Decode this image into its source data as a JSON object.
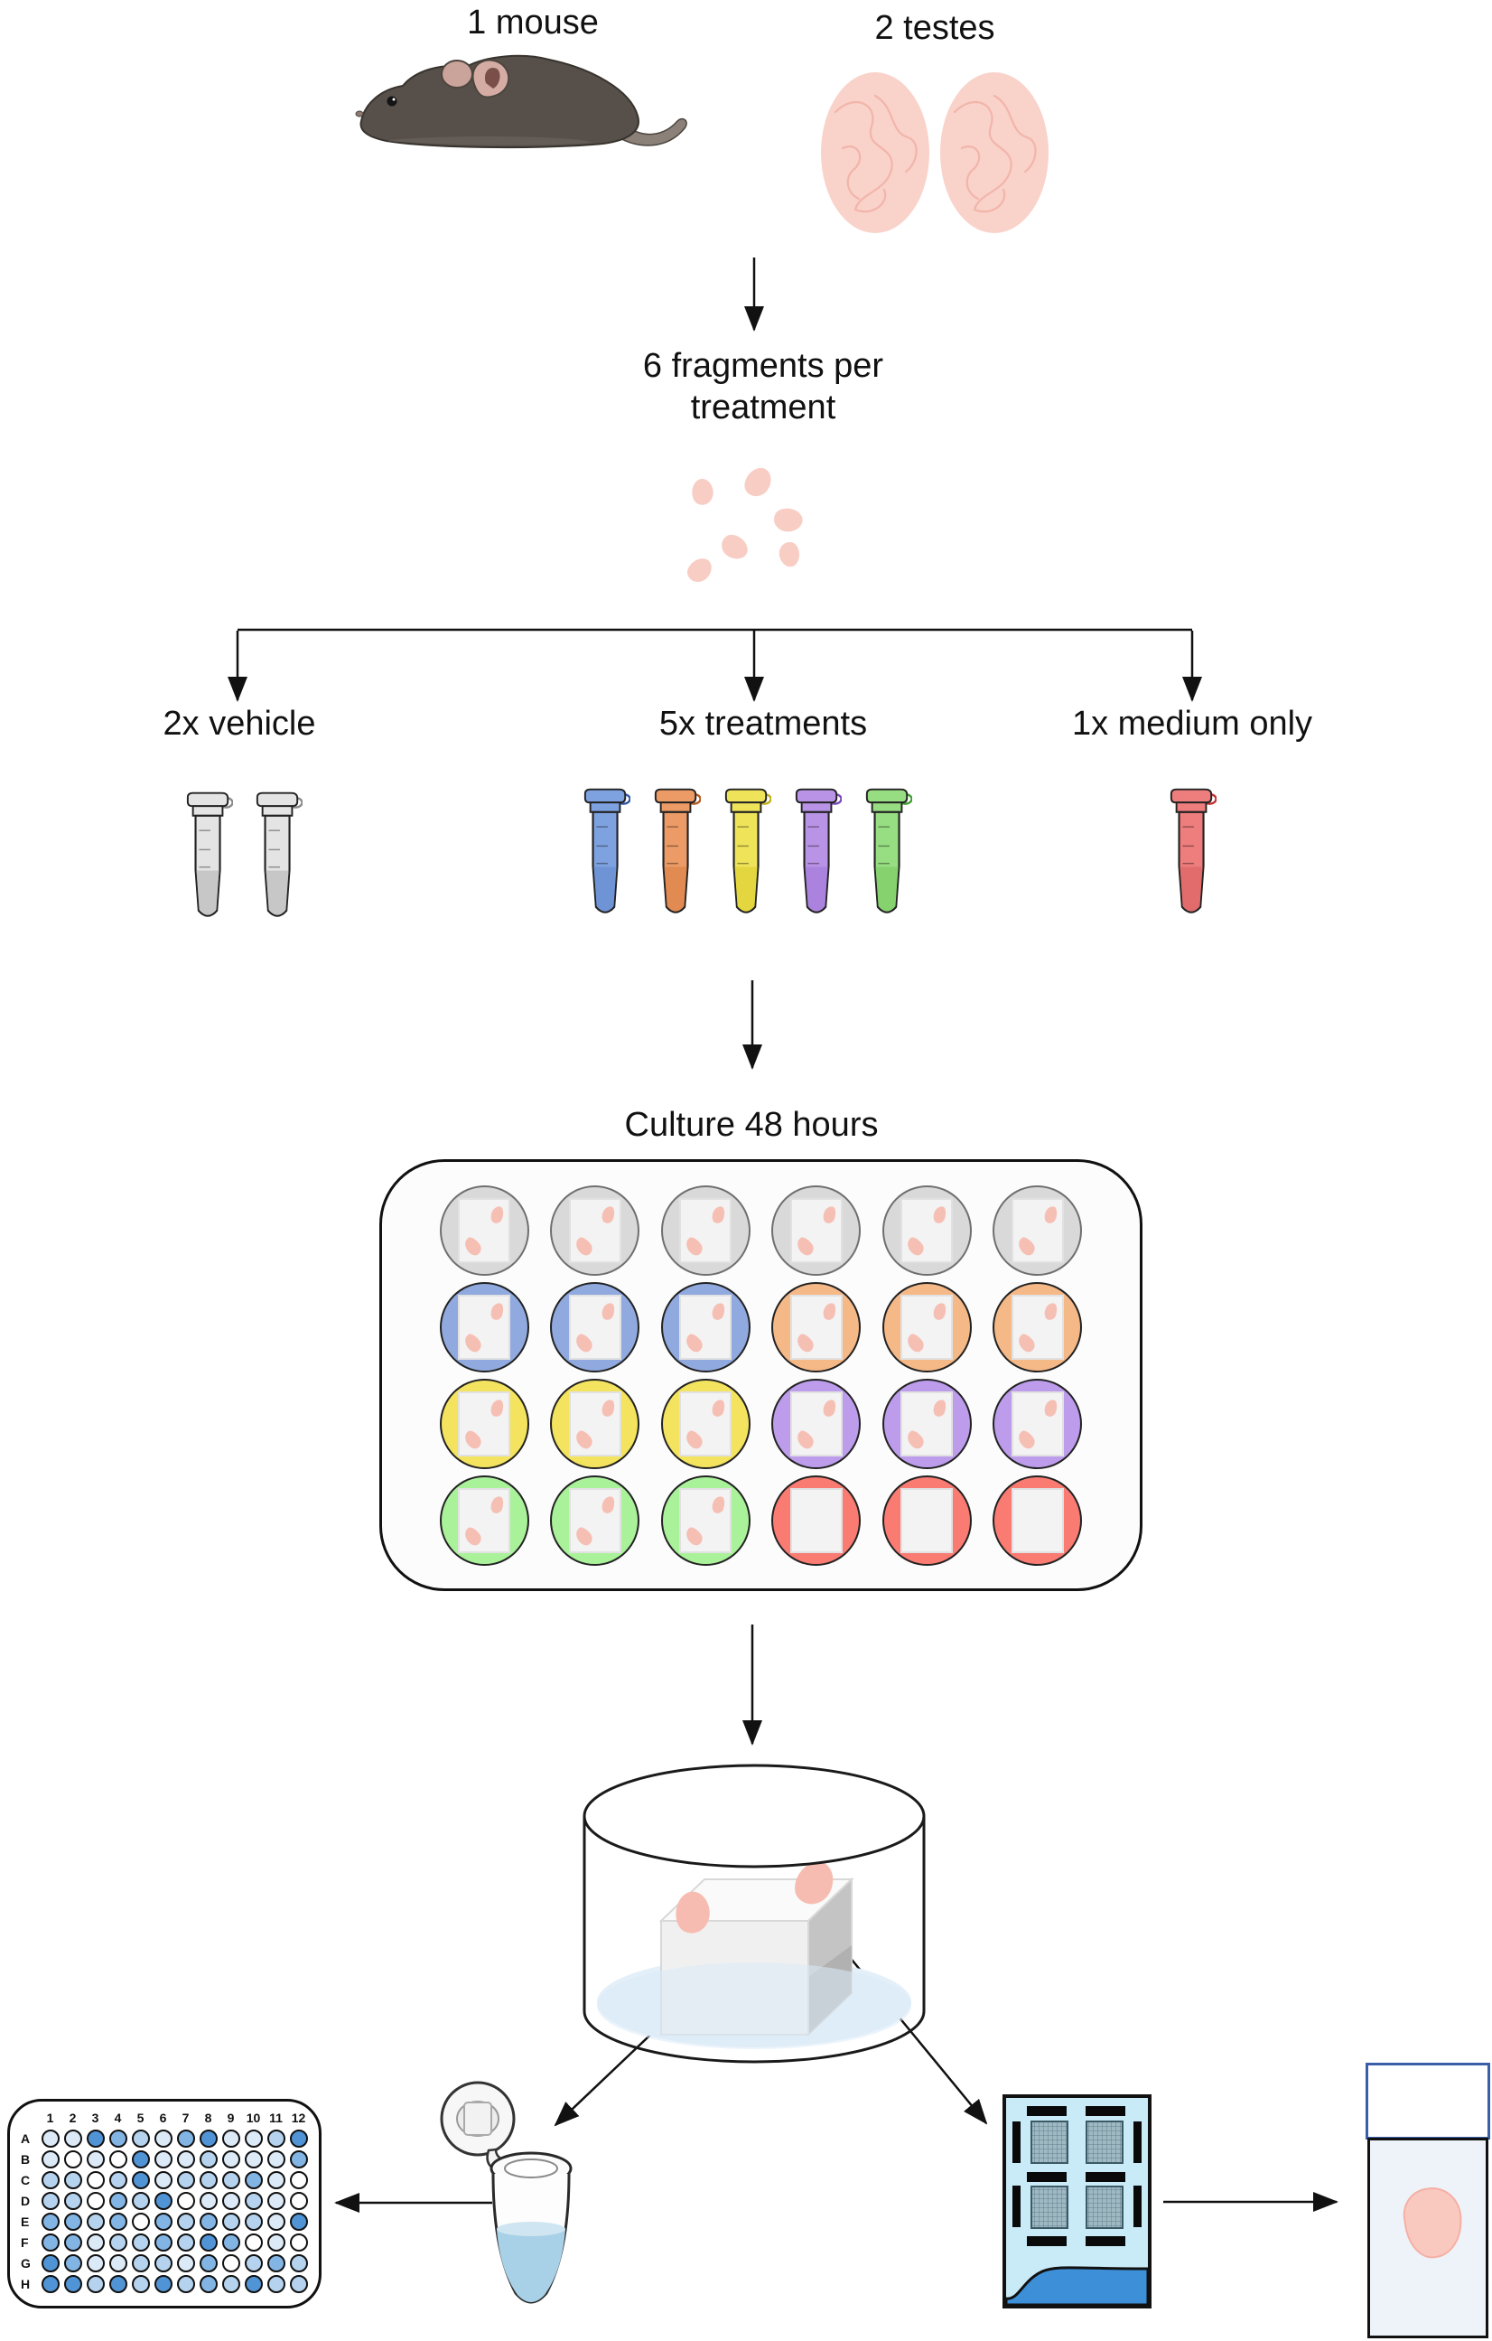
{
  "header": {
    "mouse_label": "1 mouse",
    "testes_label": "2 testes"
  },
  "fragments_label": "6 fragments per treatment",
  "groups": {
    "vehicle": {
      "label": "2x vehicle",
      "count": 2
    },
    "treatments": {
      "label": "5x treatments",
      "count": 5
    },
    "medium_only": {
      "label": "1x medium only",
      "count": 1
    }
  },
  "culture": {
    "label": "Culture 48 hours"
  },
  "tubes": {
    "vehicle": [
      {
        "body": "#e4e4e4",
        "liquid": "#c7c7c7",
        "loop": "#8a8a8a"
      },
      {
        "body": "#e4e4e4",
        "liquid": "#c7c7c7",
        "loop": "#8a8a8a"
      }
    ],
    "treatments": [
      {
        "body": "#7ea2e0",
        "liquid": "#6e94d6",
        "loop": "#2f56a5"
      },
      {
        "body": "#ec9a66",
        "liquid": "#e18a52",
        "loop": "#b55a1f"
      },
      {
        "body": "#efe35a",
        "liquid": "#e3d63f",
        "loop": "#bfae17"
      },
      {
        "body": "#b993e6",
        "liquid": "#ab82dd",
        "loop": "#7b46bd"
      },
      {
        "body": "#97dd82",
        "liquid": "#86d26f",
        "loop": "#3f9e2f"
      }
    ],
    "medium_only": [
      {
        "body": "#ee7d7d",
        "liquid": "#e26c6c",
        "loop": "#c22f2f"
      }
    ]
  },
  "culture_plate": {
    "rows": [
      [
        {
          "fill": "#d9d9d9",
          "stroke": "#6f6f6f",
          "frag": true
        },
        {
          "fill": "#d9d9d9",
          "stroke": "#6f6f6f",
          "frag": true
        },
        {
          "fill": "#d9d9d9",
          "stroke": "#6f6f6f",
          "frag": true
        },
        {
          "fill": "#d9d9d9",
          "stroke": "#6f6f6f",
          "frag": true
        },
        {
          "fill": "#d9d9d9",
          "stroke": "#6f6f6f",
          "frag": true
        },
        {
          "fill": "#d9d9d9",
          "stroke": "#6f6f6f",
          "frag": true
        }
      ],
      [
        {
          "fill": "#90a9de",
          "stroke": "#222222",
          "frag": true
        },
        {
          "fill": "#90a9de",
          "stroke": "#222222",
          "frag": true
        },
        {
          "fill": "#90a9de",
          "stroke": "#222222",
          "frag": true
        },
        {
          "fill": "#f5b887",
          "stroke": "#222222",
          "frag": true
        },
        {
          "fill": "#f5b887",
          "stroke": "#222222",
          "frag": true
        },
        {
          "fill": "#f5b887",
          "stroke": "#222222",
          "frag": true
        }
      ],
      [
        {
          "fill": "#f3e35e",
          "stroke": "#222222",
          "frag": true
        },
        {
          "fill": "#f3e35e",
          "stroke": "#222222",
          "frag": true
        },
        {
          "fill": "#f3e35e",
          "stroke": "#222222",
          "frag": true
        },
        {
          "fill": "#bc9ceb",
          "stroke": "#222222",
          "frag": true
        },
        {
          "fill": "#bc9ceb",
          "stroke": "#222222",
          "frag": true
        },
        {
          "fill": "#bc9ceb",
          "stroke": "#222222",
          "frag": true
        }
      ],
      [
        {
          "fill": "#a9f29a",
          "stroke": "#222222",
          "frag": true
        },
        {
          "fill": "#a9f29a",
          "stroke": "#222222",
          "frag": true
        },
        {
          "fill": "#a9f29a",
          "stroke": "#222222",
          "frag": true
        },
        {
          "fill": "#f97b72",
          "stroke": "#222222",
          "frag": false
        },
        {
          "fill": "#f97b72",
          "stroke": "#222222",
          "frag": false
        },
        {
          "fill": "#f97b72",
          "stroke": "#222222",
          "frag": false
        }
      ]
    ]
  },
  "assay_plate": {
    "col_labels": [
      "1",
      "2",
      "3",
      "4",
      "5",
      "6",
      "7",
      "8",
      "9",
      "10",
      "11",
      "12"
    ],
    "row_labels": [
      "A",
      "B",
      "C",
      "D",
      "E",
      "F",
      "G",
      "H"
    ],
    "shade_palette": [
      "#ffffff",
      "#dce9f7",
      "#b5d3ee",
      "#82b4e4",
      "#5094d6"
    ],
    "well_shades": [
      [
        1,
        1,
        4,
        3,
        2,
        1,
        3,
        4,
        1,
        1,
        2,
        4
      ],
      [
        1,
        0,
        1,
        0,
        4,
        1,
        1,
        2,
        1,
        1,
        1,
        3
      ],
      [
        2,
        2,
        0,
        2,
        4,
        1,
        2,
        2,
        2,
        3,
        1,
        0
      ],
      [
        2,
        2,
        0,
        3,
        2,
        4,
        0,
        1,
        1,
        2,
        1,
        0
      ],
      [
        3,
        3,
        2,
        3,
        0,
        3,
        2,
        3,
        2,
        2,
        1,
        4
      ],
      [
        3,
        3,
        1,
        2,
        2,
        3,
        2,
        4,
        3,
        0,
        1,
        0
      ],
      [
        4,
        3,
        1,
        1,
        2,
        2,
        1,
        3,
        0,
        2,
        3,
        2
      ],
      [
        4,
        4,
        2,
        4,
        2,
        4,
        2,
        3,
        2,
        4,
        2,
        2
      ]
    ]
  },
  "colors": {
    "arrow": "#111111",
    "tissue_pink": "#f8ccc3",
    "medium_blue": "#e3eff9",
    "tube_liquid_blue": "#a8d0e6",
    "cassette_blue": "#c9eaf7",
    "cassette_wave_blue": "#3d8fd8",
    "jar_lid_border": "#3a5fa8"
  },
  "icons": {
    "mouse": "mouse-icon",
    "testes": "testes-icon",
    "fragments": "tissue-fragments-icon",
    "microtube": "microtube-icon",
    "culture_plate": "culture-plate-icon",
    "cylinder": "agarose-block-well-icon",
    "assay_plate": "96-well-plate-icon",
    "open_tube": "open-microtube-icon",
    "cassette": "histology-cassette-icon",
    "jar": "specimen-jar-icon"
  }
}
